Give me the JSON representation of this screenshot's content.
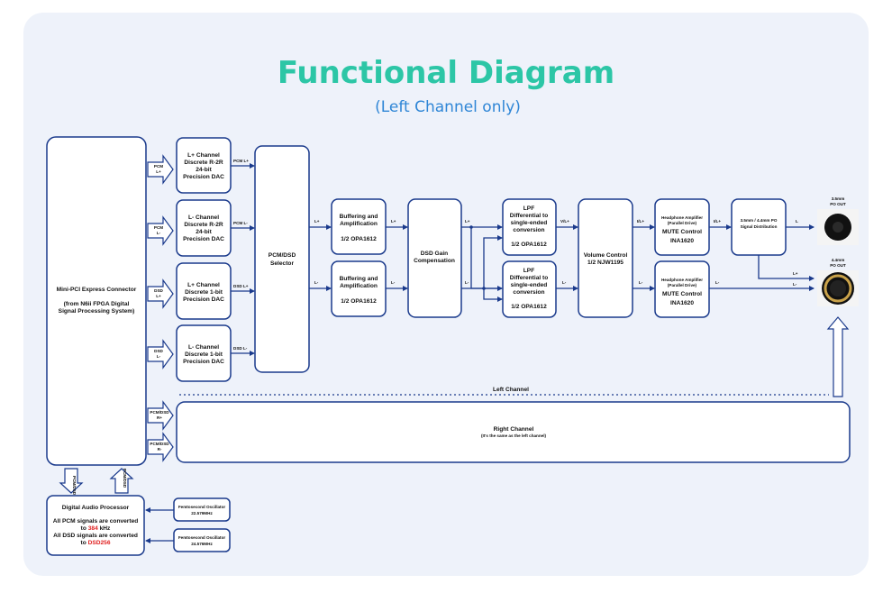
{
  "title": "Functional Diagram",
  "subtitle": "(Left Channel only)",
  "mini_pci": {
    "line1": "Mini-PCI Express Connector",
    "line2": "(from N6ii FPGA Digital",
    "line3": "Signal Processing System)"
  },
  "inputs": {
    "pcm_lp": [
      "PCM",
      "L+"
    ],
    "pcm_lm": [
      "PCM",
      "L-"
    ],
    "dsd_lp": [
      "DSD",
      "L+"
    ],
    "dsd_lm": [
      "DSD",
      "L-"
    ],
    "pcmdsd_rp": [
      "PCM/DSD",
      "R+"
    ],
    "pcmdsd_rm": [
      "PCM/DSD",
      "R-"
    ]
  },
  "dac_boxes": [
    [
      "L+ Channel",
      "Discrete R-2R",
      "24-bit",
      "Precision DAC"
    ],
    [
      "L- Channel",
      "Discrete R-2R",
      "24-bit",
      "Precision DAC"
    ],
    [
      "L+ Channel",
      "Discrete 1-bit",
      "Precision DAC"
    ],
    [
      "L- Channel",
      "Discrete 1-bit",
      "Precision DAC"
    ]
  ],
  "dac_out": [
    "PCM L+",
    "PCM L-",
    "DSD L+",
    "DSD L-"
  ],
  "selector": [
    "PCM/DSD",
    "Selector"
  ],
  "buffer": {
    "line1": "Buffering and",
    "line2": "Amplification",
    "part": "1/2 OPA1612"
  },
  "dsd_gain": [
    "DSD Gain",
    "Compensation"
  ],
  "lpf": {
    "lines": [
      "LPF",
      "Differential to",
      "single-ended",
      "conversion"
    ],
    "part": "1/2 OPA1612"
  },
  "volume": [
    "Volume Control",
    "1/2 NJW1195"
  ],
  "hp_amp": {
    "line1": "Headphone Amplifier",
    "line2": "(Parallel Drive)",
    "mute": "MUTE Control",
    "part": "INA1620"
  },
  "dist": [
    "3.5mm / 4.4mm PO",
    "Signal Distribution"
  ],
  "wire_labels": {
    "lp": "L+",
    "lm": "L-",
    "vlp": "V/L+",
    "ilp": "I/L+",
    "l": "L"
  },
  "out_35": [
    "3.5mm",
    "PO OUT"
  ],
  "out_44": [
    "4.4mm",
    "PO OUT"
  ],
  "left_channel": "Left Channel",
  "right_channel": [
    "Right Channel",
    "(It's the same as the left channel)"
  ],
  "conn_labels": [
    "PCM/DSD",
    "PCM/DSD"
  ],
  "dap": {
    "title": "Digital Audio Processor",
    "l1": "All PCM signals are converted",
    "l2a": "to ",
    "l2b": "384",
    "l2c": " kHz",
    "l3": "All DSD signals are converted",
    "l4a": "to ",
    "l4b": "DSD256"
  },
  "osc1": [
    "Femtosecond Oscillator",
    "22.579MHz"
  ],
  "osc2": [
    "Femtosecond Oscillator",
    "24.576MHz"
  ],
  "colors": {
    "title": "#2cc6a6",
    "subtitle": "#2f86d6",
    "line": "#1a3a8c",
    "highlight": "#e02020",
    "panel": "#eef2fa"
  }
}
